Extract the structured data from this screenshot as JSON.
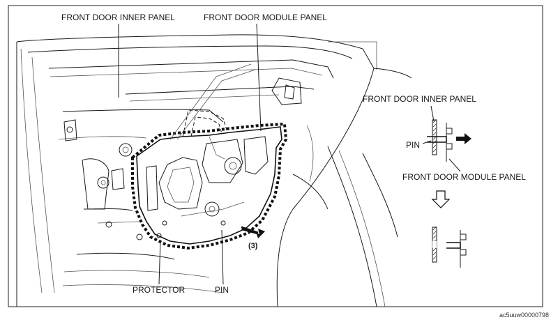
{
  "labels": {
    "inner_panel_main": "FRONT DOOR INNER PANEL",
    "module_panel_main": "FRONT DOOR MODULE PANEL",
    "protector": "PROTECTOR",
    "pin_main": "PIN",
    "step": "(3)",
    "inner_panel_detail": "FRONT DOOR INNER PANEL",
    "pin_detail": "PIN",
    "module_panel_detail": "FRONT DOOR MODULE PANEL",
    "reference_code": "ac5uuw00000798"
  }
}
